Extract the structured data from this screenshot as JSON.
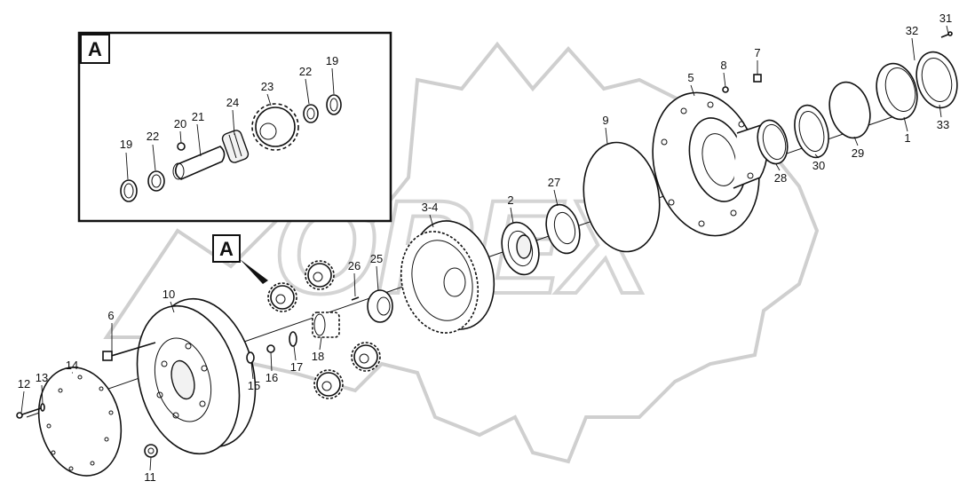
{
  "watermark_text": "OREX",
  "detail_label": "A",
  "callout_label": "A",
  "corner_mark": "",
  "labels": {
    "p1": "1",
    "p2": "2",
    "p3_4": "3-4",
    "p5": "5",
    "p6": "6",
    "p7": "7",
    "p8": "8",
    "p9": "9",
    "p10": "10",
    "p11": "11",
    "p12": "12",
    "p13": "13",
    "p14": "14",
    "p15": "15",
    "p16": "16",
    "p17": "17",
    "p18": "18",
    "p19a": "19",
    "p19b": "19",
    "p20": "20",
    "p21": "21",
    "p22a": "22",
    "p22b": "22",
    "p23": "23",
    "p24": "24",
    "p25": "25",
    "p26": "26",
    "p27": "27",
    "p28": "28",
    "p29": "29",
    "p30": "30",
    "p31": "31",
    "p32": "32",
    "p33": "33"
  }
}
